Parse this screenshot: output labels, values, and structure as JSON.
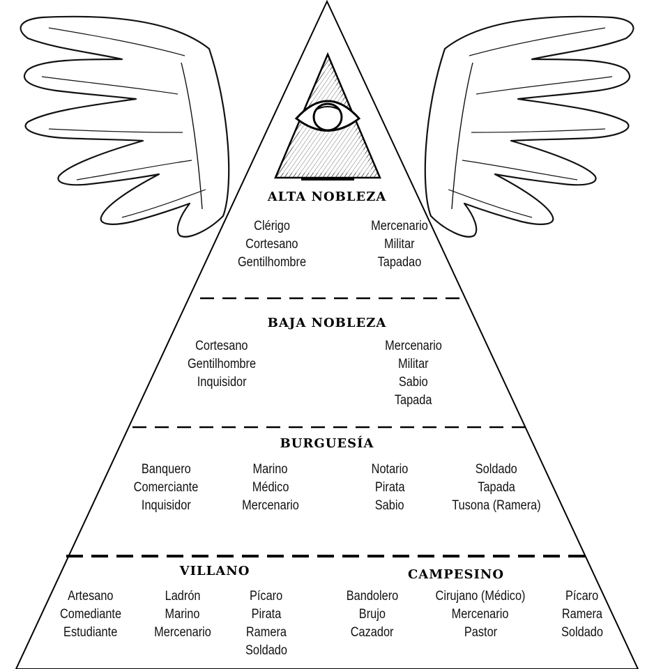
{
  "tiers": [
    {
      "id": "alta",
      "heading": "ALTA NOBLEZA",
      "columns": [
        [
          "Clérigo",
          "Cortesano",
          "Gentilhombre"
        ],
        [
          "Mercenario",
          "Militar",
          "Tapadao"
        ]
      ]
    },
    {
      "id": "baja",
      "heading": "BAJA NOBLEZA",
      "columns": [
        [
          "Cortesano",
          "Gentilhombre",
          "Inquisidor"
        ],
        [
          "Mercenario",
          "Militar",
          "Sabio",
          "Tapada"
        ]
      ]
    },
    {
      "id": "burguesia",
      "heading": "BURGUESÍA",
      "columns": [
        [
          "Banquero",
          "Comerciante",
          "Inquisidor"
        ],
        [
          "Marino",
          "Médico",
          "Mercenario"
        ],
        [
          "Notario",
          "Pirata",
          "Sabio"
        ],
        [
          "Soldado",
          "Tapada",
          "Tusona (Ramera)"
        ]
      ]
    },
    {
      "id": "villano",
      "heading": "VILLANO",
      "columns": [
        [
          "Artesano",
          "Comediante",
          "Estudiante"
        ],
        [
          "Ladrón",
          "Marino",
          "Mercenario"
        ],
        [
          "Pícaro",
          "Pirata",
          "Ramera",
          "Soldado"
        ]
      ]
    },
    {
      "id": "campesino",
      "heading": "CAMPESINO",
      "columns": [
        [
          "Bandolero",
          "Brujo",
          "Cazador"
        ],
        [
          "Cirujano (Médico)",
          "Mercenario",
          "Pastor"
        ],
        [
          "Pícaro",
          "Ramera",
          "Soldado"
        ]
      ]
    }
  ],
  "icons": [
    "left-wing-icon",
    "right-wing-icon",
    "all-seeing-eye-icon"
  ]
}
